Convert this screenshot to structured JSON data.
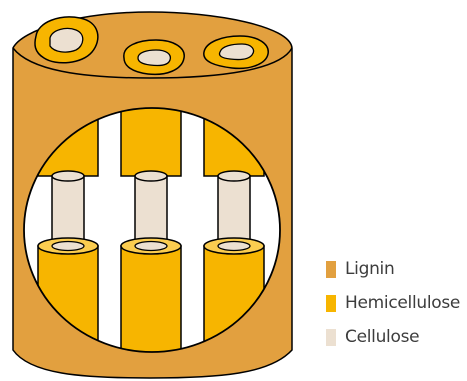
{
  "legend": {
    "items": [
      {
        "label": "Lignin",
        "color": "#e2a03f"
      },
      {
        "label": "Hemicellulose",
        "color": "#f7b500"
      },
      {
        "label": "Cellulose",
        "color": "#ece0d1"
      }
    ]
  },
  "colors": {
    "outline": "#000000",
    "lignin": "#e2a03f",
    "hemicellulose": "#f7b500",
    "hemicellulose_light": "#fbcd50",
    "cellulose": "#ece0d1",
    "background": "#ffffff"
  }
}
